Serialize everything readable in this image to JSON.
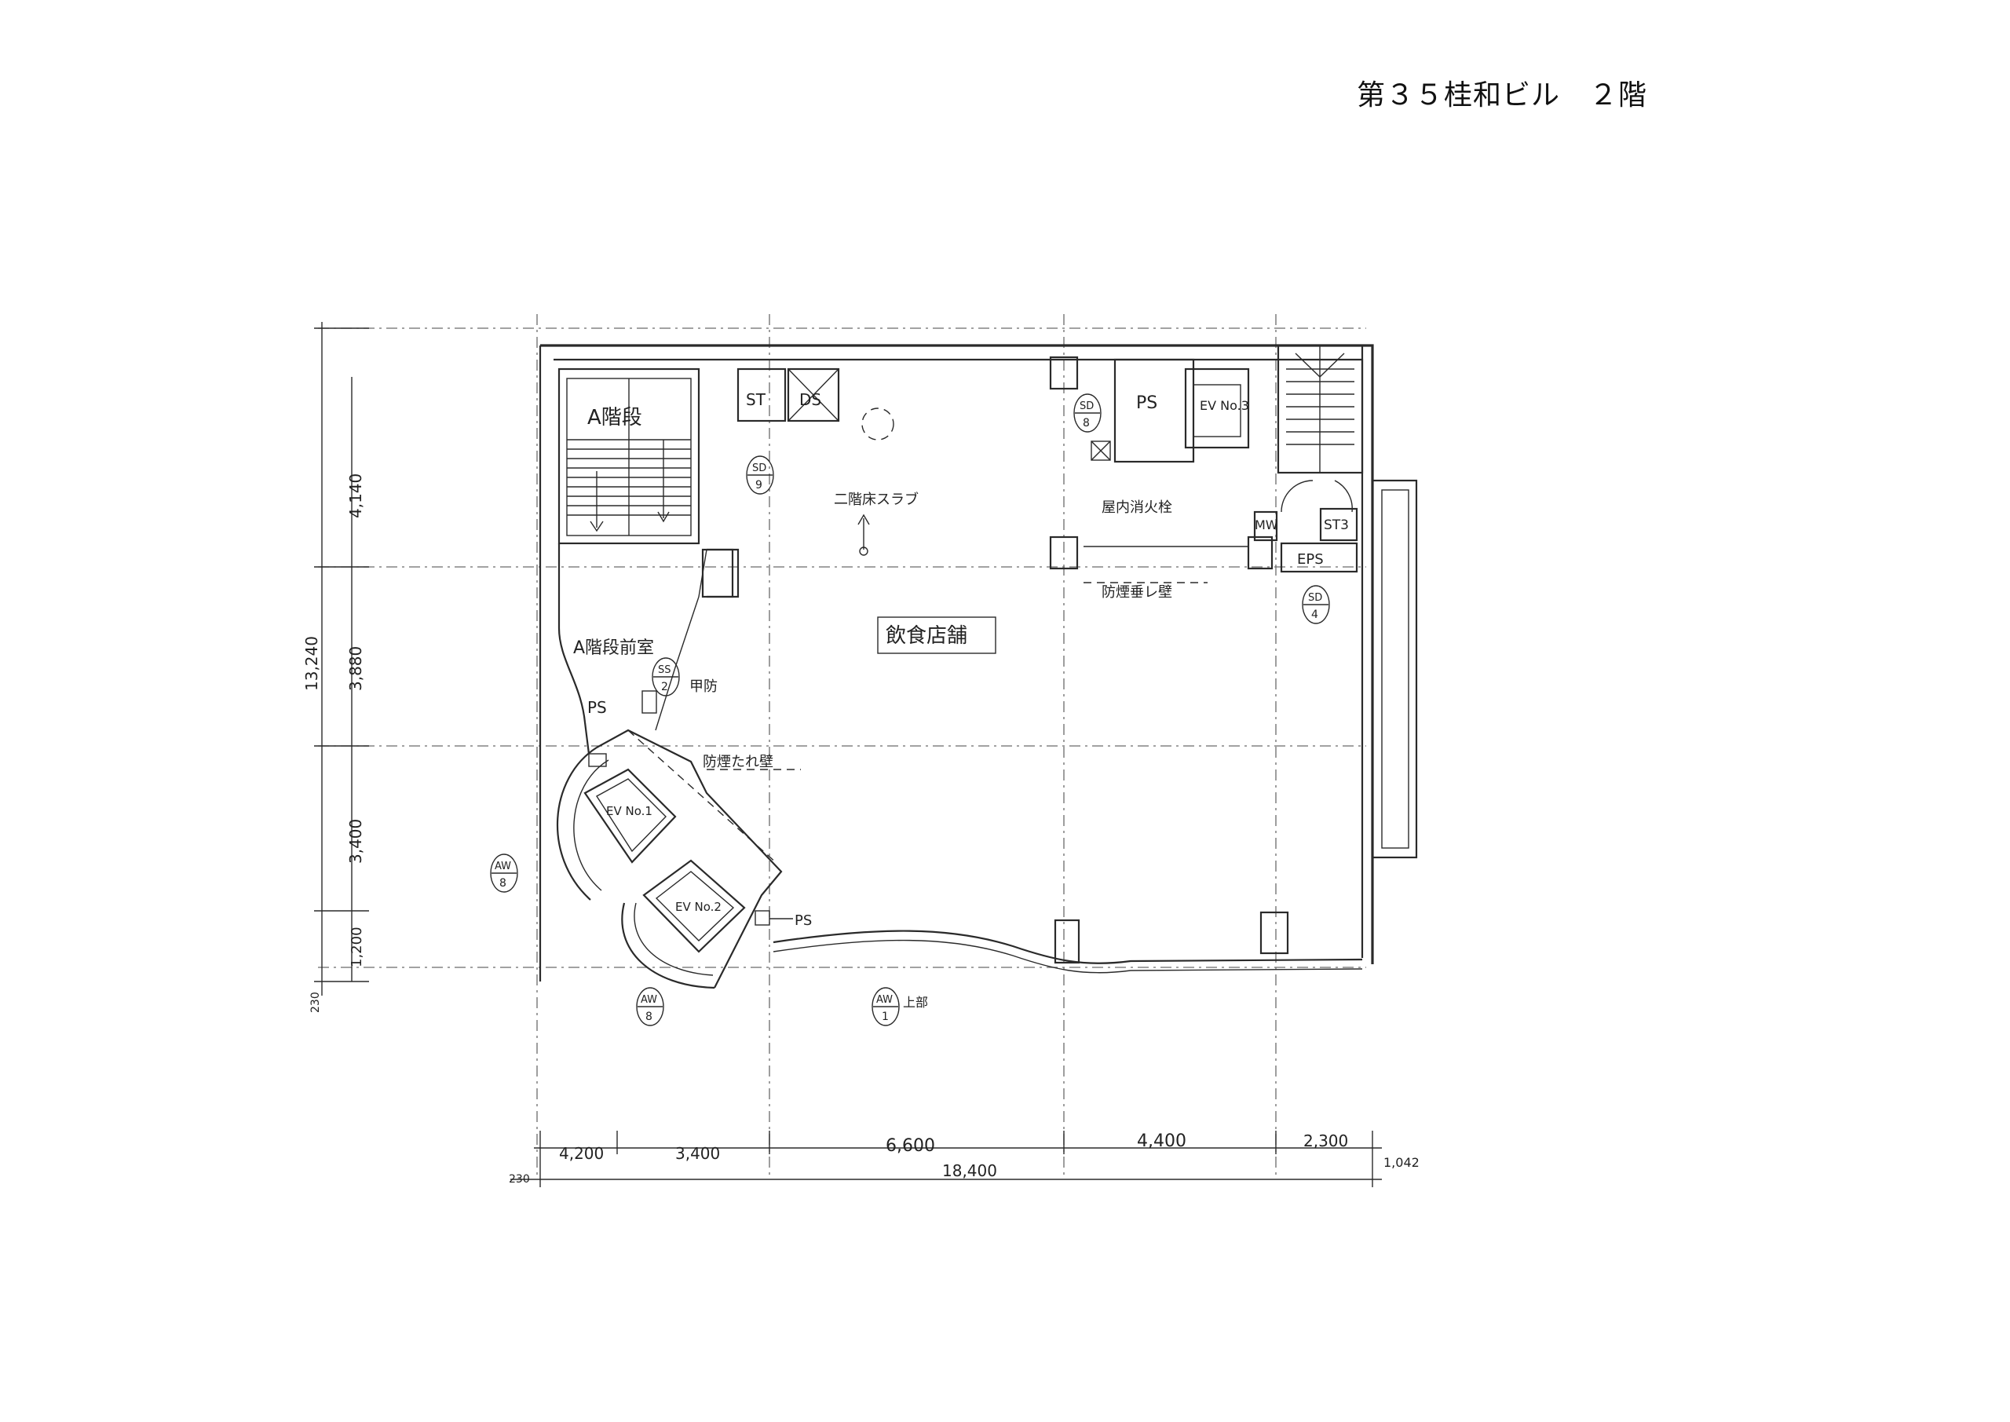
{
  "header": {
    "title": "第３５桂和ビル　２階"
  },
  "plan": {
    "rooms": {
      "stair_a": "A階段",
      "stair_a_front": "A階段前室",
      "restaurant": "飲食店舗",
      "ps_top": "PS",
      "ps_left": "PS",
      "ps_bottom": "PS",
      "eps": "EPS",
      "mw": "MW"
    },
    "equipment": {
      "st": "ST",
      "ds": "DS",
      "st3": "ST3",
      "ev1": "EV No.1",
      "ev2": "EV No.2",
      "ev3": "EV No.3"
    },
    "notes": {
      "floor_slope": "二階床スラブ",
      "hydrant": "屋内消火栓",
      "smoke_wall_top": "防煙垂レ壁",
      "smoke_wall_mid": "防煙たれ壁",
      "fire_door": "甲防",
      "upper_part": "上部"
    },
    "tags": {
      "sd9": [
        "SD",
        "9"
      ],
      "sd8": [
        "SD",
        "8"
      ],
      "sd4": [
        "SD",
        "4"
      ],
      "ss2": [
        "SS",
        "2"
      ],
      "aw8_left": [
        "AW",
        "8"
      ],
      "aw8_bottom": [
        "AW",
        "8"
      ],
      "aw1": [
        "AW",
        "1"
      ]
    },
    "dimensions": {
      "bottom": [
        "4,200",
        "3,400",
        "6,600",
        "4,400",
        "2,300"
      ],
      "bottom_total": "18,400",
      "bottom_right": "1,042",
      "bottom_left": "230",
      "left": [
        "4,140",
        "3,880",
        "3,400",
        "1,200"
      ],
      "left_total": "13,240",
      "left_bottom": "230"
    }
  }
}
